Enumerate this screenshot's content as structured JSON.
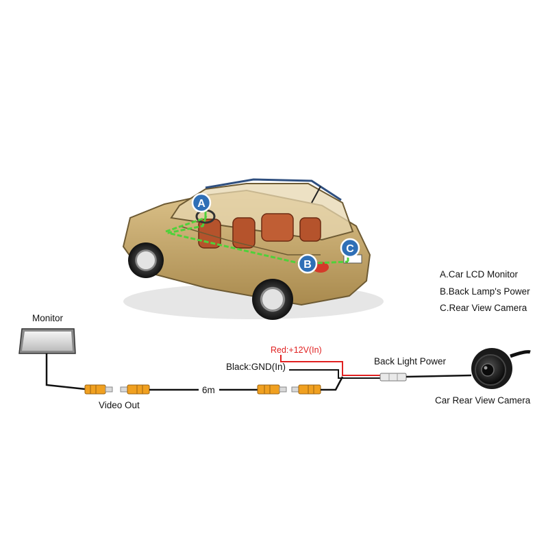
{
  "markers": {
    "a": "A",
    "b": "B",
    "c": "C"
  },
  "legend": {
    "items": [
      "A.Car LCD Monitor",
      "B.Back Lamp's Power",
      "C.Rear View Camera"
    ]
  },
  "wiring": {
    "monitor_label": "Monitor",
    "video_out_label": "Video Out",
    "cable_length_label": "6m",
    "red_wire_label": "Red:+12V(In)",
    "black_wire_label": "Black:GND(In)",
    "back_light_label": "Back Light Power",
    "camera_label": "Car Rear View Camera"
  },
  "colors": {
    "car_body": "#c8a96a",
    "seat": "#b5532c",
    "marker_fill": "#2f6fb6",
    "connection_line": "#4fd13a",
    "red_wire": "#e02020",
    "connector": "#f0a020",
    "cable": "#111111"
  }
}
